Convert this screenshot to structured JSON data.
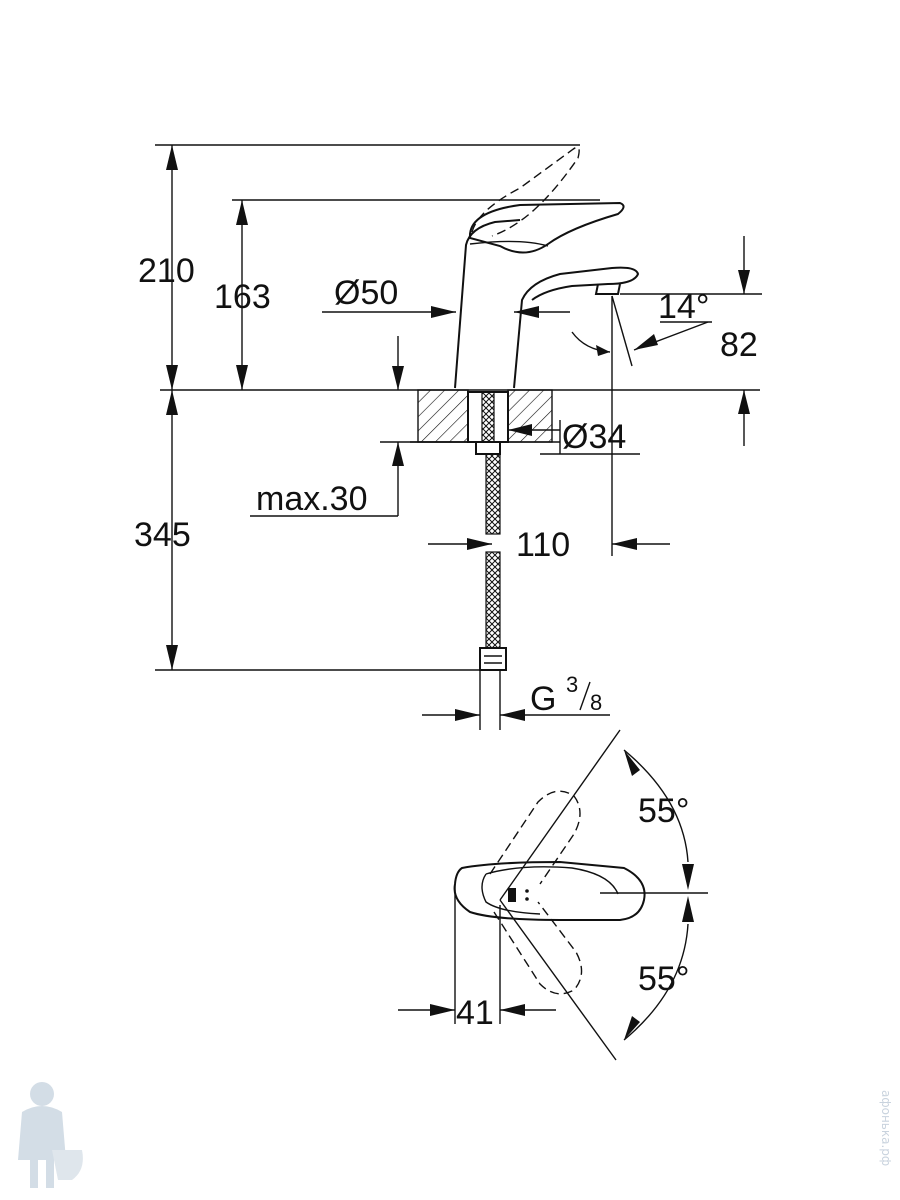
{
  "labels": {
    "height_total": "210",
    "height_spout": "163",
    "body_diameter": "Ø50",
    "spout_angle": "14°",
    "spout_clearance": "82",
    "hole_diameter": "Ø34",
    "max_thickness": "max.30",
    "hose_length": "345",
    "spout_reach": "110",
    "connection_prefix": "G",
    "connection_num": "3",
    "connection_den": "8",
    "lever_angle_top": "55°",
    "lever_angle_bottom": "55°",
    "lever_offset": "41"
  },
  "watermark": "афонька.рф"
}
